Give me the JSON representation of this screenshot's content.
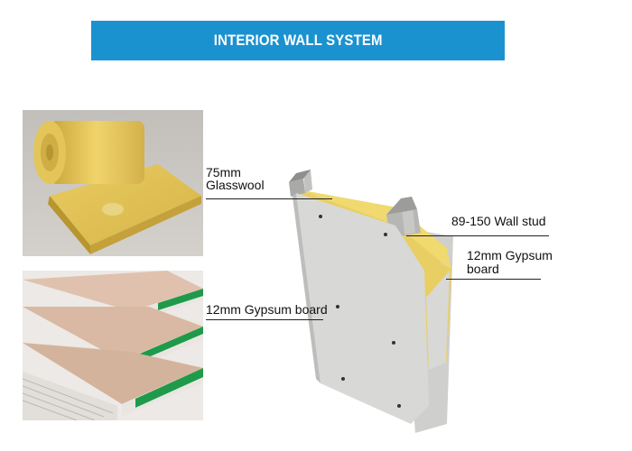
{
  "title": "INTERIOR WALL SYSTEM",
  "labels": {
    "glasswool_line1": "75mm",
    "glasswool_line2": "Glasswool",
    "gypsum_photo": "12mm Gypsum board",
    "wall_stud": "89-150 Wall stud",
    "gypsum_right_line1": "12mm Gypsum",
    "gypsum_right_line2": "board"
  },
  "colors": {
    "banner": "#1b92d0",
    "glasswool": "#e9cf63",
    "gypsum_board": "#d8d8d6",
    "board_edge_green": "#1f9a4a",
    "board_face": "#d9b9a3"
  },
  "icons": [
    "glasswool-roll-photo",
    "gypsum-board-stack-photo",
    "wall-cross-section-illustration"
  ]
}
